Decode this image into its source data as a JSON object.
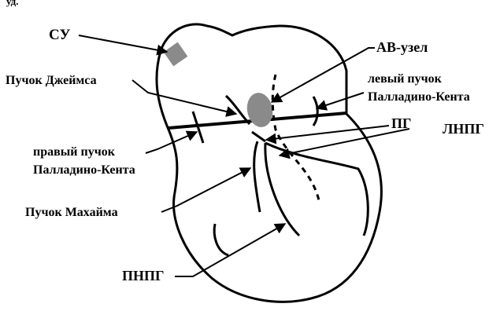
{
  "header_fragment": "уд.",
  "labels": {
    "sinus_node": "СУ",
    "av_node": "АВ-узел",
    "james_bundle": "Пучок Джеймса",
    "left_kent_line1": "левый пучок",
    "left_kent_line2": "Палладино-Кента",
    "his_bundle": "ПГ",
    "left_bundle_branch": "ЛНПГ",
    "right_kent_line1": "правый пучок",
    "right_kent_line2": "Палладино-Кента",
    "mahaim_bundle": "Пучок Махайма",
    "right_bundle_branch": "ПНПГ"
  },
  "colors": {
    "outline": "#000000",
    "sinus_node_fill": "#8a8a8a",
    "av_node_fill": "#8a8a8a",
    "background": "#ffffff"
  }
}
